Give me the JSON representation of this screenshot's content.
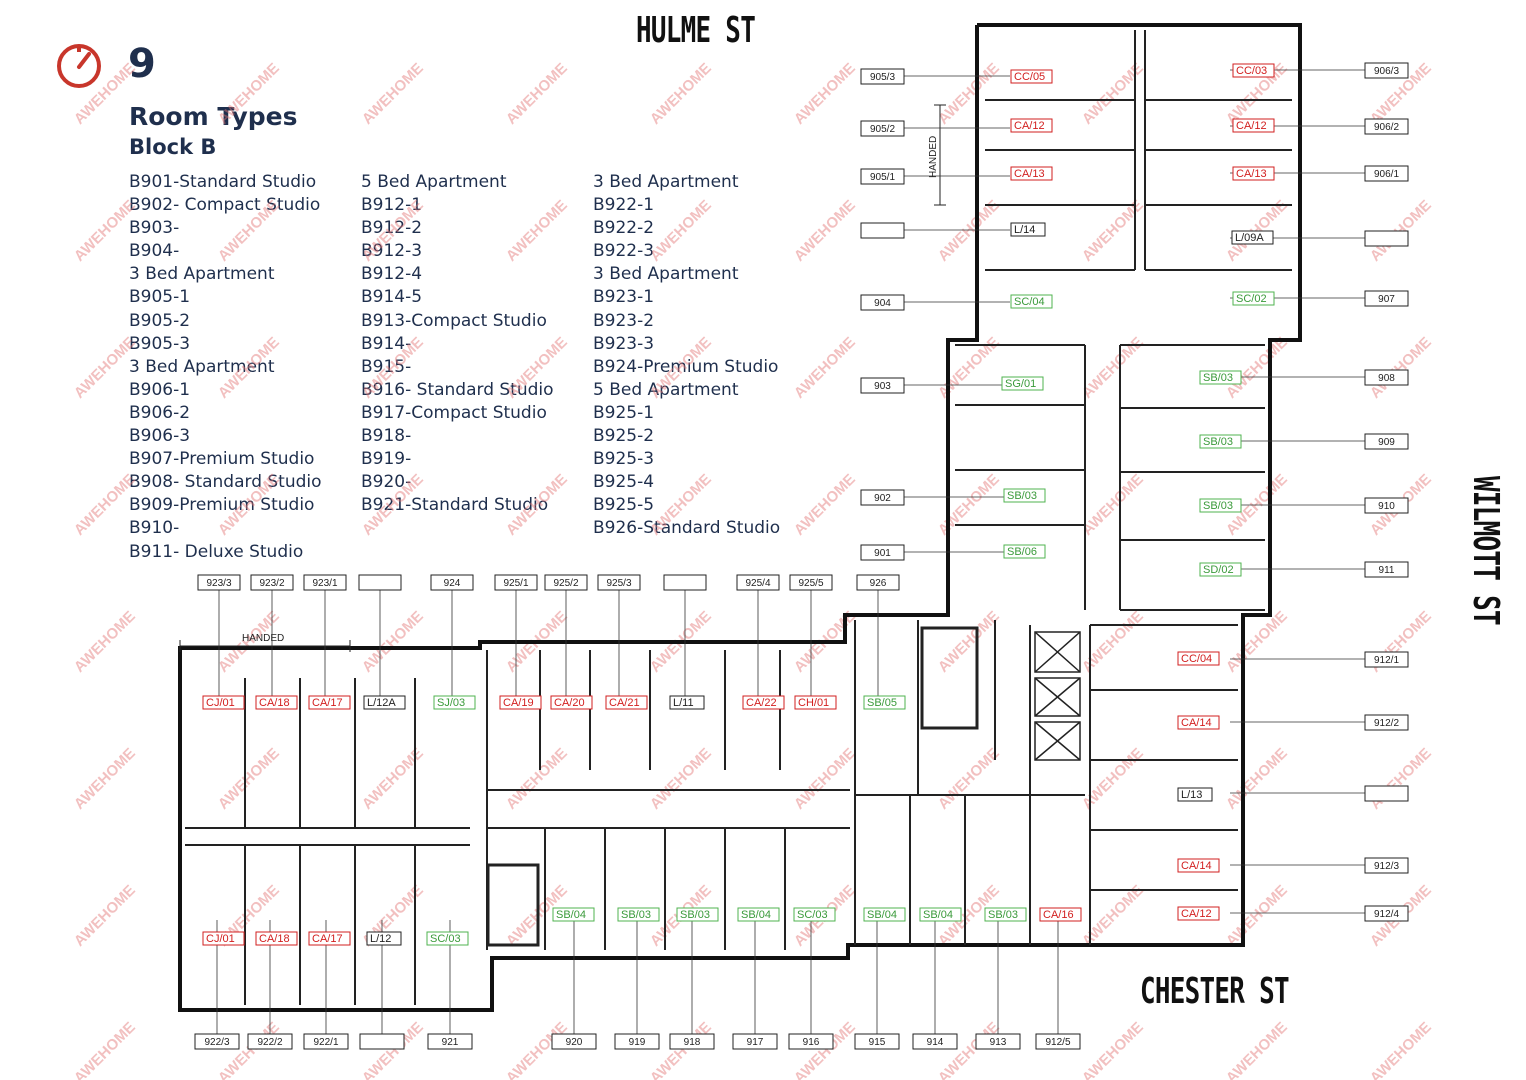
{
  "header": {
    "floor_number": "9",
    "title": "Room Types",
    "subtitle": "Block B"
  },
  "room_list": {
    "col1": [
      "B901-Standard Studio",
      "B902- Compact Studio",
      "B903-",
      "B904-",
      "3 Bed Apartment",
      "B905-1",
      "B905-2",
      "B905-3",
      "3 Bed Apartment",
      "B906-1",
      "B906-2",
      "B906-3",
      "B907-Premium Studio",
      "B908- Standard Studio",
      "B909-Premium Studio",
      "B910-",
      "B911- Deluxe Studio"
    ],
    "col2": [
      "5 Bed Apartment",
      "B912-1",
      "B912-2",
      "B912-3",
      "B912-4",
      "B914-5",
      "B913-Compact Studio",
      "B914-",
      "B915-",
      "B916- Standard Studio",
      "B917-Compact Studio",
      "B918-",
      "B919-",
      "B920-",
      "B921-Standard Studio"
    ],
    "col3": [
      "3 Bed Apartment",
      "B922-1",
      "B922-2",
      "B922-3",
      "3 Bed Apartment",
      "B923-1",
      "B923-2",
      "B923-3",
      "B924-Premium Studio",
      "5 Bed Apartment",
      "B925-1",
      "B925-2",
      "B925-3",
      "B925-4",
      "B925-5",
      "B926-Standard Studio"
    ]
  },
  "streets": {
    "north": "HULME ST",
    "south": "CHESTER ST",
    "east": "WILMOTT ST"
  },
  "plan": {
    "handed_label": "HANDED",
    "watermark": "AWEHOME",
    "unit_numbers_top": [
      "923/3",
      "923/2",
      "923/1",
      "",
      "924",
      "925/1",
      "925/2",
      "925/3",
      "",
      "925/4",
      "925/5",
      "926"
    ],
    "unit_numbers_bottom": [
      "922/3",
      "922/2",
      "922/1",
      "",
      "921",
      "920",
      "919",
      "918",
      "917",
      "916",
      "915",
      "914",
      "913",
      "912/5"
    ],
    "unit_numbers_left": [
      "905/3",
      "905/2",
      "905/1",
      "",
      "904",
      "903",
      "902",
      "901"
    ],
    "unit_numbers_right": [
      "906/3",
      "906/2",
      "906/1",
      "",
      "907",
      "908",
      "909",
      "910",
      "911",
      "912/1",
      "912/2",
      "",
      "912/3",
      "912/4"
    ],
    "room_tags_red": [
      "CC/05",
      "CA/12",
      "CA/13",
      "CC/03",
      "CA/12",
      "CA/13",
      "CJ/01",
      "CA/18",
      "CA/17",
      "CA/19",
      "CA/20",
      "CA/21",
      "CA/22",
      "CH/01",
      "CC/04",
      "CA/14",
      "CA/14",
      "CA/12",
      "CJ/01",
      "CA/18",
      "CA/17",
      "CA/16"
    ],
    "room_tags_green": [
      "SC/04",
      "SC/02",
      "SG/01",
      "SB/03",
      "SB/03",
      "SB/03",
      "SB/03",
      "SB/06",
      "SD/02",
      "SJ/03",
      "SB/05",
      "SC/03",
      "SB/04",
      "SB/03",
      "SB/03",
      "SB/04",
      "SC/03",
      "SB/04",
      "SB/04",
      "SB/03"
    ],
    "room_tags_dark": [
      "L/14",
      "L/09A",
      "L/12A",
      "L/11",
      "L/13",
      "L/12"
    ]
  },
  "colors": {
    "title_navy": "#1f2f4d",
    "compass_red": "#c8362b",
    "tag_red": "#d21f1f",
    "tag_green": "#4fb34f",
    "watermark": "#e37676"
  }
}
